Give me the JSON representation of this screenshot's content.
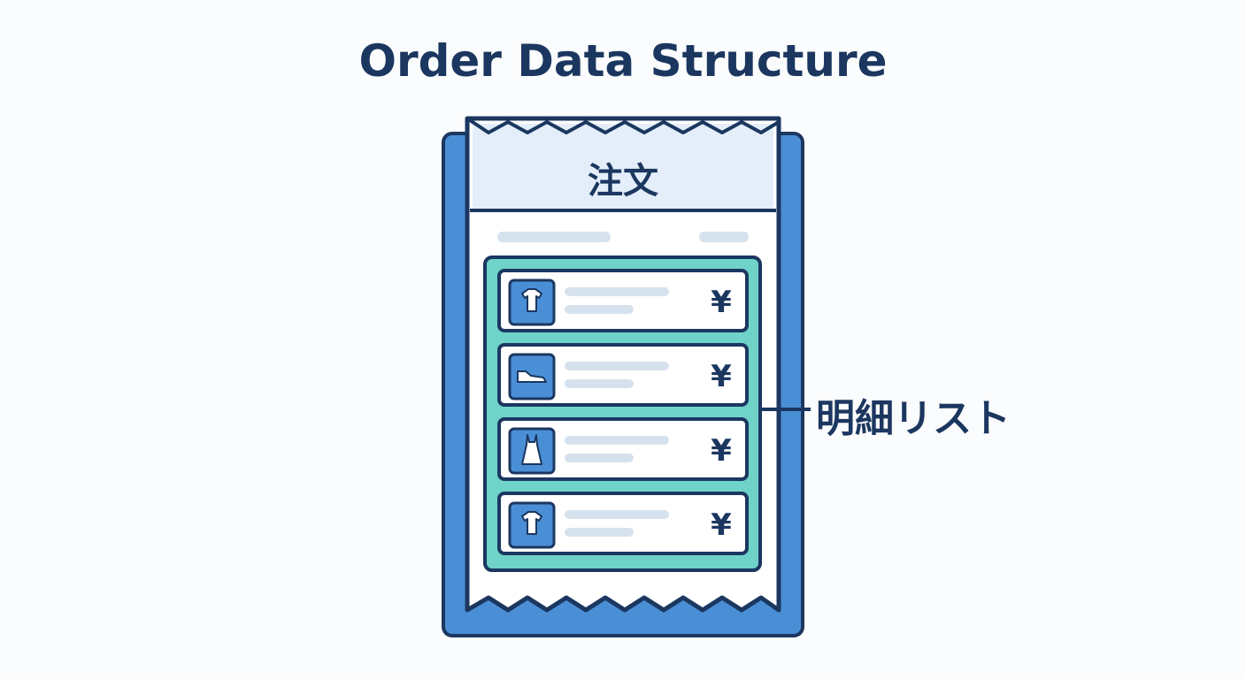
{
  "title": "Order Data Structure",
  "receipt": {
    "header": "注文",
    "line_items": [
      {
        "icon": "tshirt-icon",
        "price_symbol": "¥"
      },
      {
        "icon": "shoe-icon",
        "price_symbol": "¥"
      },
      {
        "icon": "dress-icon",
        "price_symbol": "¥"
      },
      {
        "icon": "tshirt-icon",
        "price_symbol": "¥"
      }
    ]
  },
  "callout": {
    "label": "明細リスト"
  },
  "colors": {
    "navy": "#1b3760",
    "blue": "#4a8fd6",
    "teal": "#6fd3c9",
    "header_bg": "#e3eefa",
    "placeholder": "#d6e1ee"
  }
}
